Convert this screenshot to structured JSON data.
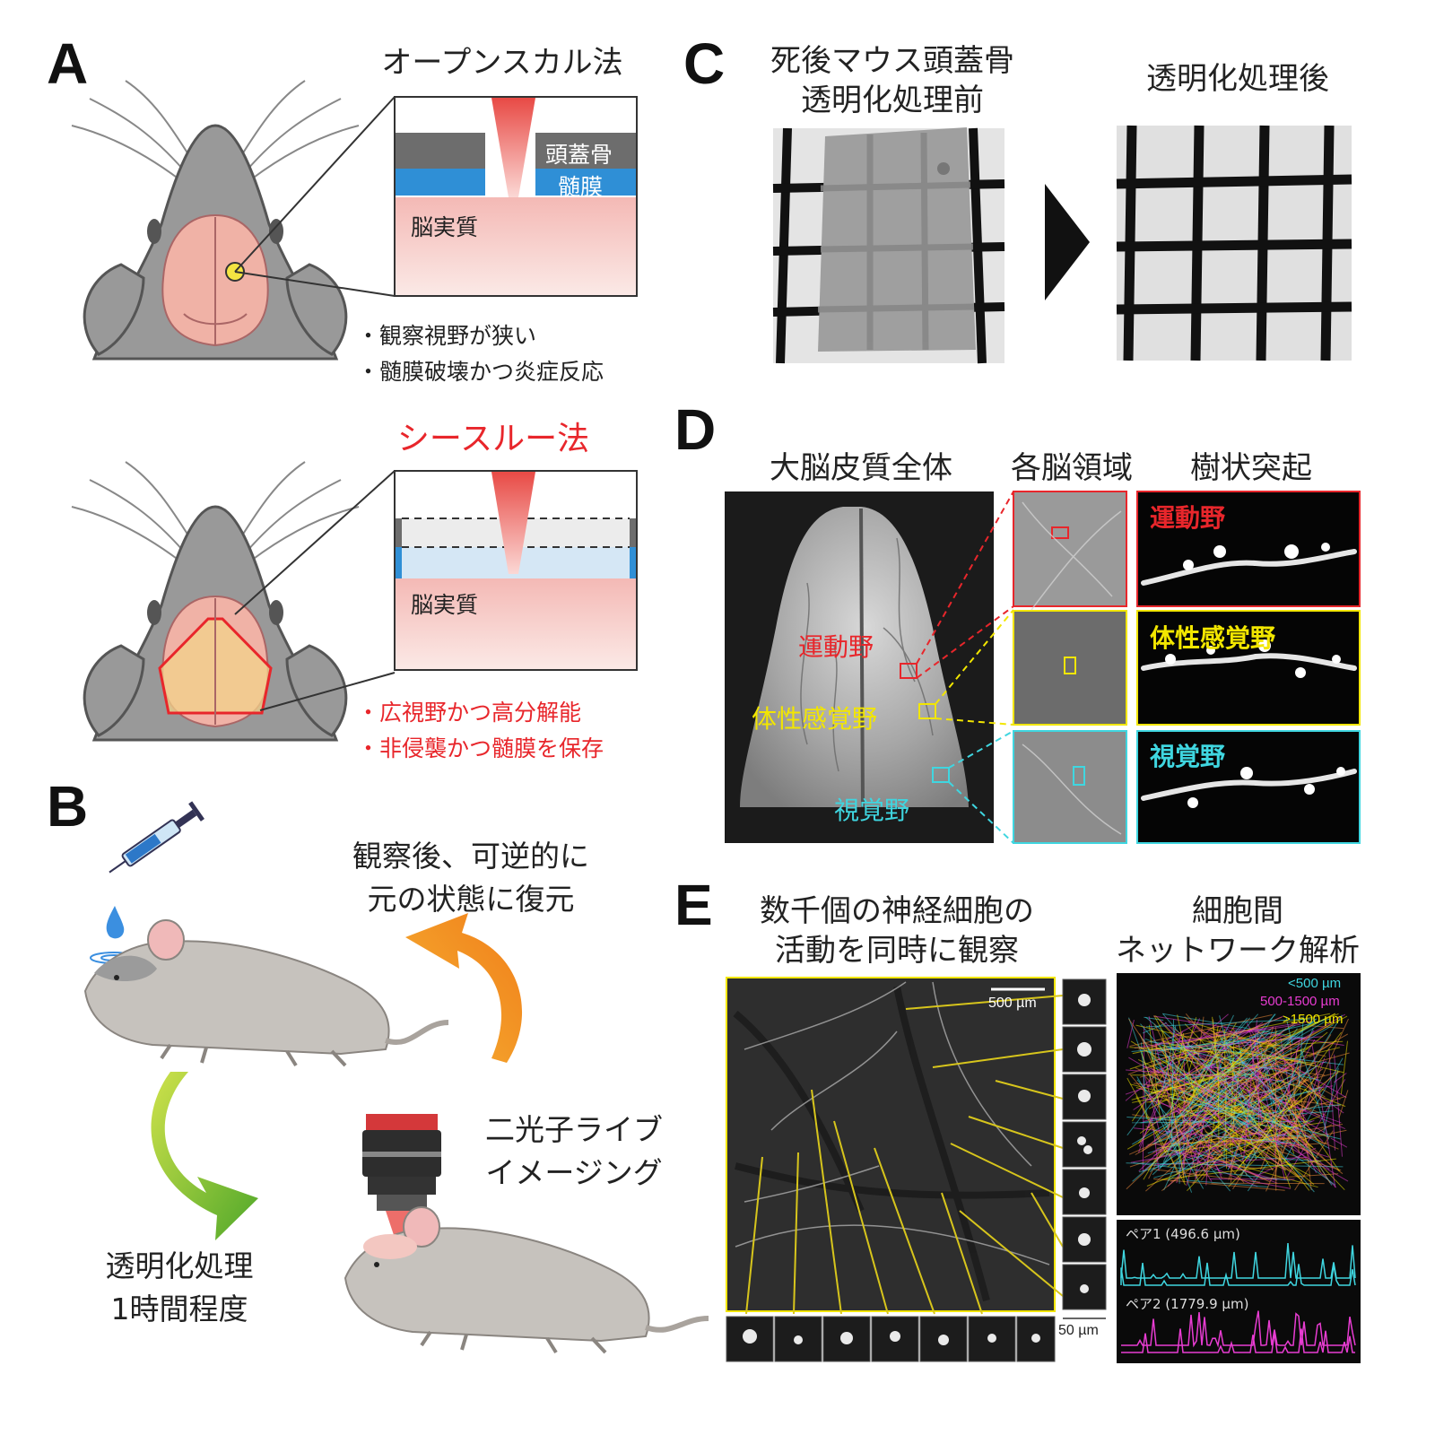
{
  "colors": {
    "red": "#e8262b",
    "yellow": "#f2e600",
    "cyan": "#3fd6e0",
    "magenta": "#e83cd2",
    "skull": "#6e6e6e",
    "meninges": "#2f8fd6",
    "brain": "#f3c7c1",
    "mouse_gray": "#a7a7a7"
  },
  "panel_a": {
    "letter": "A",
    "open_skull": {
      "title": "オープンスカル法",
      "skull_label": "頭蓋骨",
      "meninges_label": "髄膜",
      "parenchyma_label": "脳実質",
      "bullets": [
        "・観察視野が狭い",
        "・髄膜破壊かつ炎症反応"
      ]
    },
    "see_through": {
      "title": "シースルー法",
      "parenchyma_label": "脳実質",
      "bullets": [
        "・広視野かつ高分解能",
        "・非侵襲かつ髄膜を保存"
      ]
    }
  },
  "panel_b": {
    "letter": "B",
    "restore_text": [
      "観察後、可逆的に",
      "元の状態に復元"
    ],
    "imaging_text": [
      "二光子ライブ",
      "イメージング"
    ],
    "clearing_text": [
      "透明化処理",
      "1時間程度"
    ]
  },
  "panel_c": {
    "letter": "C",
    "before_title": [
      "死後マウス頭蓋骨",
      "透明化処理前"
    ],
    "after_title": "透明化処理後"
  },
  "panel_d": {
    "letter": "D",
    "col1": "大脳皮質全体",
    "col2": "各脳領域",
    "col3": "樹状突起",
    "motor": "運動野",
    "somatosensory": "体性感覚野",
    "visual": "視覚野"
  },
  "panel_e": {
    "letter": "E",
    "left_title": [
      "数千個の神経細胞の",
      "活動を同時に観察"
    ],
    "right_title": [
      "細胞間",
      "ネットワーク解析"
    ],
    "scale_500": "500 µm",
    "scale_50": "50 µm",
    "legend": [
      "<500 µm",
      "500-1500 µm",
      ">1500 µm"
    ],
    "pair1": "ペア1 (496.6 µm)",
    "pair2": "ペア2 (1779.9 µm)"
  }
}
